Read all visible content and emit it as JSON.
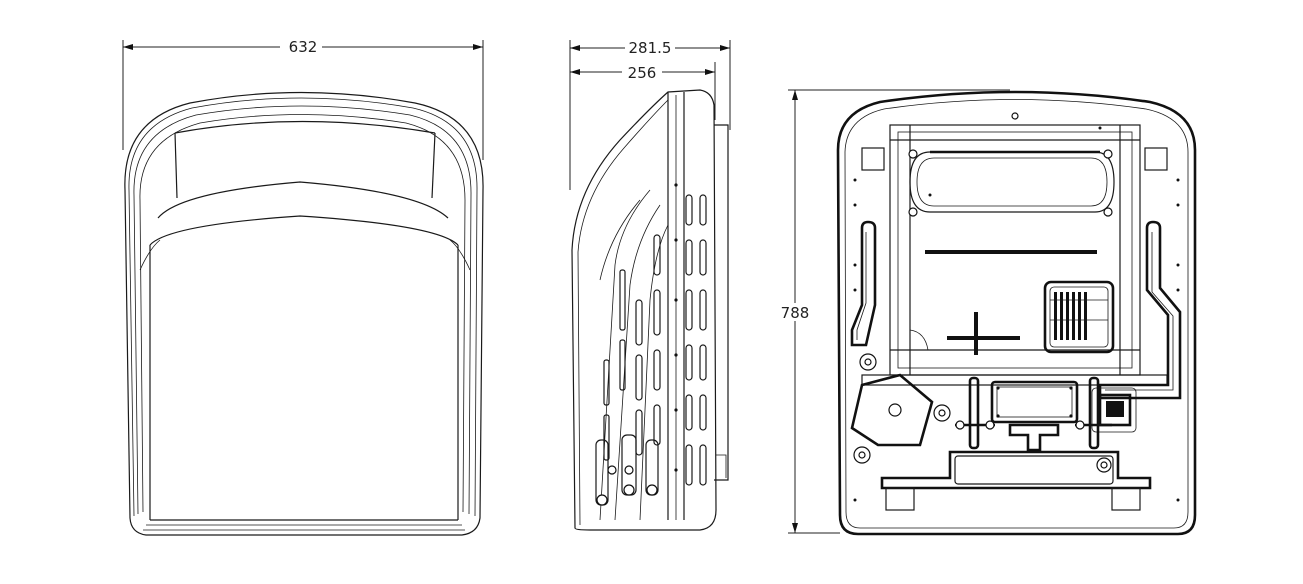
{
  "dimensions": {
    "front_width": "632",
    "side_depth_total": "281.5",
    "side_depth_body": "256",
    "rear_height": "788"
  },
  "views": [
    "front-view",
    "side-view",
    "rear-view"
  ]
}
